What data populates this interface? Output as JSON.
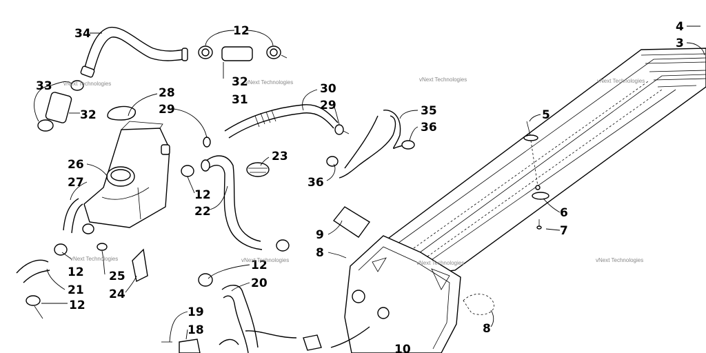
{
  "diagram": {
    "callouts": [
      "34",
      "12",
      "32",
      "33",
      "32",
      "28",
      "29",
      "31",
      "30",
      "29",
      "35",
      "36",
      "36",
      "23",
      "26",
      "27",
      "12",
      "22",
      "4",
      "3",
      "5",
      "6",
      "7",
      "9",
      "8",
      "12",
      "21",
      "25",
      "24",
      "12",
      "12",
      "20",
      "19",
      "18",
      "8",
      "10"
    ],
    "watermark_text": "vNext Technologies"
  },
  "colors": {
    "line": "#000000",
    "background": "#ffffff",
    "watermark": "#888888"
  }
}
